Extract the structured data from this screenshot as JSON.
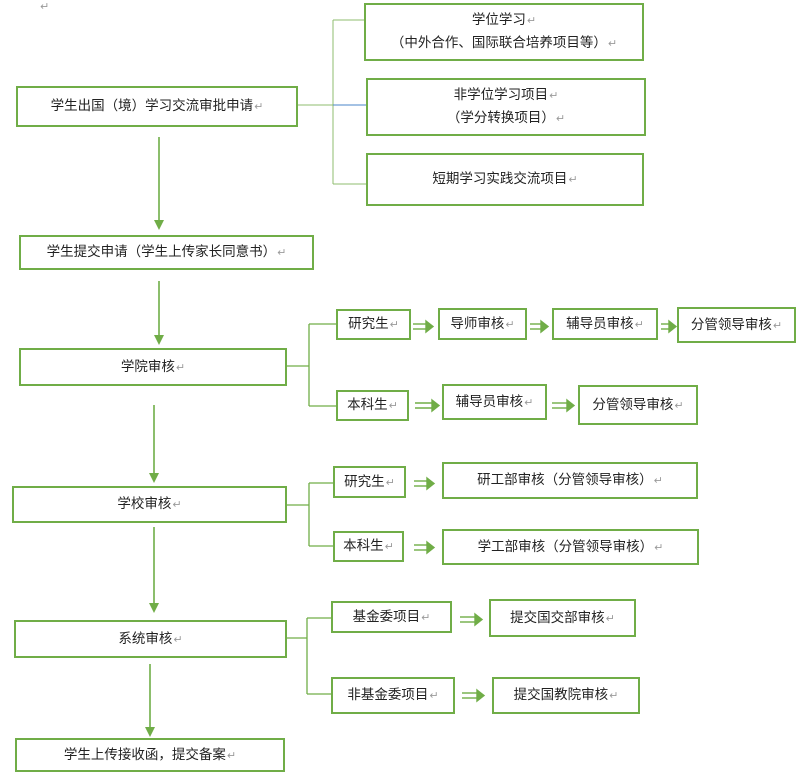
{
  "mark": "↵",
  "nodes": {
    "apply": "学生出国（境）学习交流审批申请",
    "degree_line1": "学位学习",
    "degree_line2": "（中外合作、国际联合培养项目等）",
    "nondegree_line1": "非学位学习项目",
    "nondegree_line2": "（学分转换项目）",
    "short": "短期学习实践交流项目",
    "submit": "学生提交申请（学生上传家长同意书）",
    "college": "学院审核",
    "c_grad": "研究生",
    "c_grad_tutor": "导师审核",
    "c_grad_counselor": "辅导员审核",
    "c_grad_leader": "分管领导审核",
    "c_under": "本科生",
    "c_under_counselor": "辅导员审核",
    "c_under_leader": "分管领导审核",
    "school": "学校审核",
    "s_grad": "研究生",
    "s_grad_review": "研工部审核（分管领导审核）",
    "s_under": "本科生",
    "s_under_review": "学工部审核（分管领导审核）",
    "system": "系统审核",
    "fund": "基金委项目",
    "fund_review": "提交国交部审核",
    "nonfund": "非基金委项目",
    "nonfund_review": "提交国教院审核",
    "upload": "学生上传接收函，提交备案"
  }
}
